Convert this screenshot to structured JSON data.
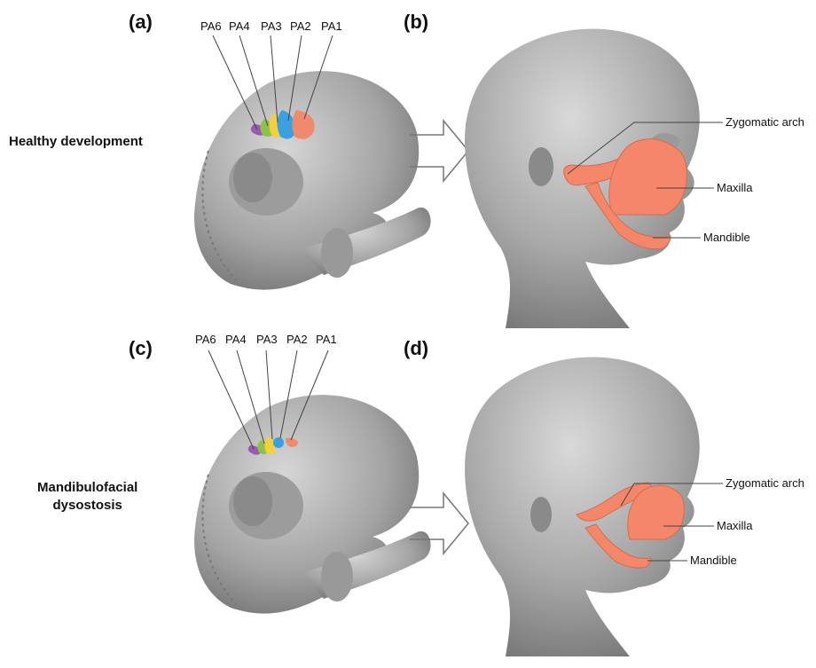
{
  "panels": {
    "a": "(a)",
    "b": "(b)",
    "c": "(c)",
    "d": "(d)"
  },
  "rows": {
    "healthy": "Healthy development",
    "dysostosis_line1": "Mandibulofacial",
    "dysostosis_line2": "dysostosis"
  },
  "arches": {
    "top": [
      "PA6",
      "PA4",
      "PA3",
      "PA2",
      "PA1"
    ],
    "bottom": [
      "PA6",
      "PA4",
      "PA3",
      "PA2",
      "PA1"
    ]
  },
  "arch_colors": {
    "PA6": "#9b59b6",
    "PA4": "#8bc34a",
    "PA3": "#f4d03f",
    "PA2": "#3aa0e0",
    "PA1": "#f08a6e"
  },
  "callouts_top": {
    "zygomatic": "Zygomatic arch",
    "maxilla": "Maxilla",
    "mandible": "Mandible"
  },
  "callouts_bottom": {
    "zygomatic": "Zygomatic arch",
    "maxilla": "Maxilla",
    "mandible": "Mandible"
  },
  "colors": {
    "bone": "#f4866a",
    "skin": "#9a9a9a",
    "arrow": "#777777"
  }
}
